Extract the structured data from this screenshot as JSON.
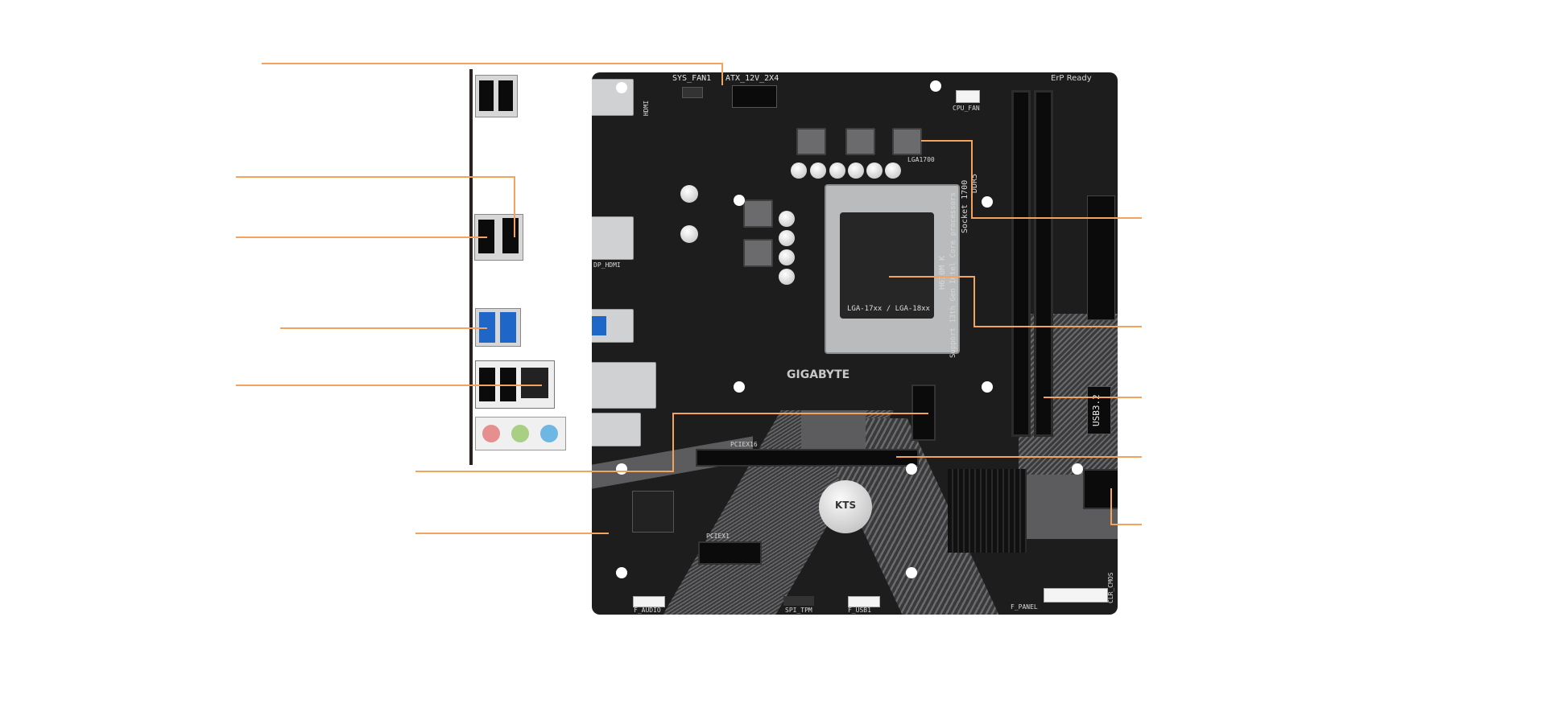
{
  "colors": {
    "accent": "#f2a35e",
    "board": "#1d1d1e",
    "usb3": "#1f66c9",
    "audio_pink": "#e58f8f",
    "audio_green": "#a8cf84",
    "audio_blue": "#6fb7e3"
  },
  "board": {
    "logo": "GIGABYTE",
    "erp": "ErP Ready",
    "socket_label": "LGA-17xx / LGA-18xx",
    "socket_name": "LGA1700",
    "model": "H610M K",
    "support": "Support 13th Gen Intel Core processors",
    "socket_text": "Socket 1700",
    "ddr": "DDR5",
    "pciex16": "PCIEX16",
    "pciex1": "PCIEX1",
    "usb32": "USB3.2",
    "atx12v": "ATX_12V_2X4",
    "sys_fan": "SYS_FAN1",
    "cpu_fan": "CPU_FAN",
    "f_audio": "F_AUDIO",
    "spi_tpm": "SPI_TPM",
    "f_usb": "F_USB1",
    "f_panel": "F_PANEL",
    "clr_cmos": "CLR_CMOS",
    "dp_hdmi": "DP_HDMI",
    "hdmi": "HDMI",
    "battery": "KTS"
  }
}
